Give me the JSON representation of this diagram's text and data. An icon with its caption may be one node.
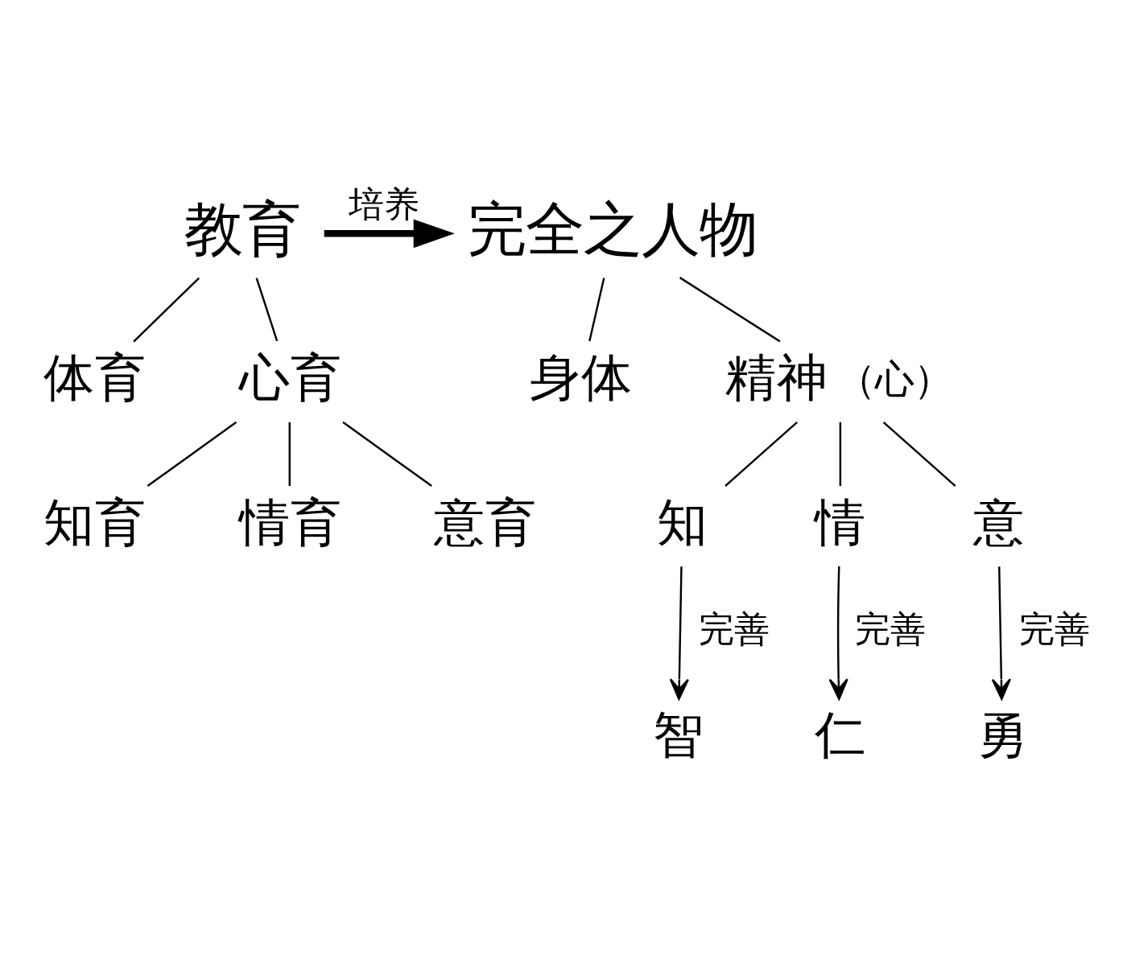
{
  "diagram": {
    "nodes": [
      {
        "text": [
          "教育"
        ]
      },
      {
        "text": [
          "完全之人物"
        ]
      },
      {
        "text": [
          "体育"
        ]
      },
      {
        "text": [
          "心育"
        ]
      },
      {
        "text": [
          "知育"
        ]
      },
      {
        "text": [
          "情育"
        ]
      },
      {
        "text": [
          "意育"
        ]
      },
      {
        "text": [
          "身体"
        ]
      },
      {
        "text": [
          "精神"
        ],
        "beside": [
          "（心）"
        ]
      },
      {
        "text": [
          "知"
        ]
      },
      {
        "text": [
          "情"
        ]
      },
      {
        "text": [
          "意"
        ]
      },
      {
        "text": [
          "智"
        ]
      },
      {
        "text": [
          "仁"
        ]
      },
      {
        "text": [
          "勇"
        ]
      }
    ],
    "edges": [
      {
        "from": 0,
        "to": 1,
        "arrow": "to",
        "label": "培养",
        "style": "thick"
      },
      {
        "from": 0,
        "to": 2,
        "arrow": "none"
      },
      {
        "from": 0,
        "to": 3,
        "arrow": "none"
      },
      {
        "from": 3,
        "to": 4,
        "arrow": "none"
      },
      {
        "from": 3,
        "to": 5,
        "arrow": "none"
      },
      {
        "from": 3,
        "to": 6,
        "arrow": "none"
      },
      {
        "from": 1,
        "to": 7,
        "arrow": "none"
      },
      {
        "from": 1,
        "to": 8,
        "arrow": "none"
      },
      {
        "from": 8,
        "to": 9,
        "arrow": "none"
      },
      {
        "from": 8,
        "to": 10,
        "arrow": "none"
      },
      {
        "from": 8,
        "to": 11,
        "arrow": "none"
      },
      {
        "from": 9,
        "to": 12,
        "arrow": "to",
        "label": "完善"
      },
      {
        "from": 10,
        "to": 13,
        "arrow": "to",
        "label": "完善"
      },
      {
        "from": 11,
        "to": 14,
        "arrow": "to",
        "label": "完善"
      }
    ]
  }
}
